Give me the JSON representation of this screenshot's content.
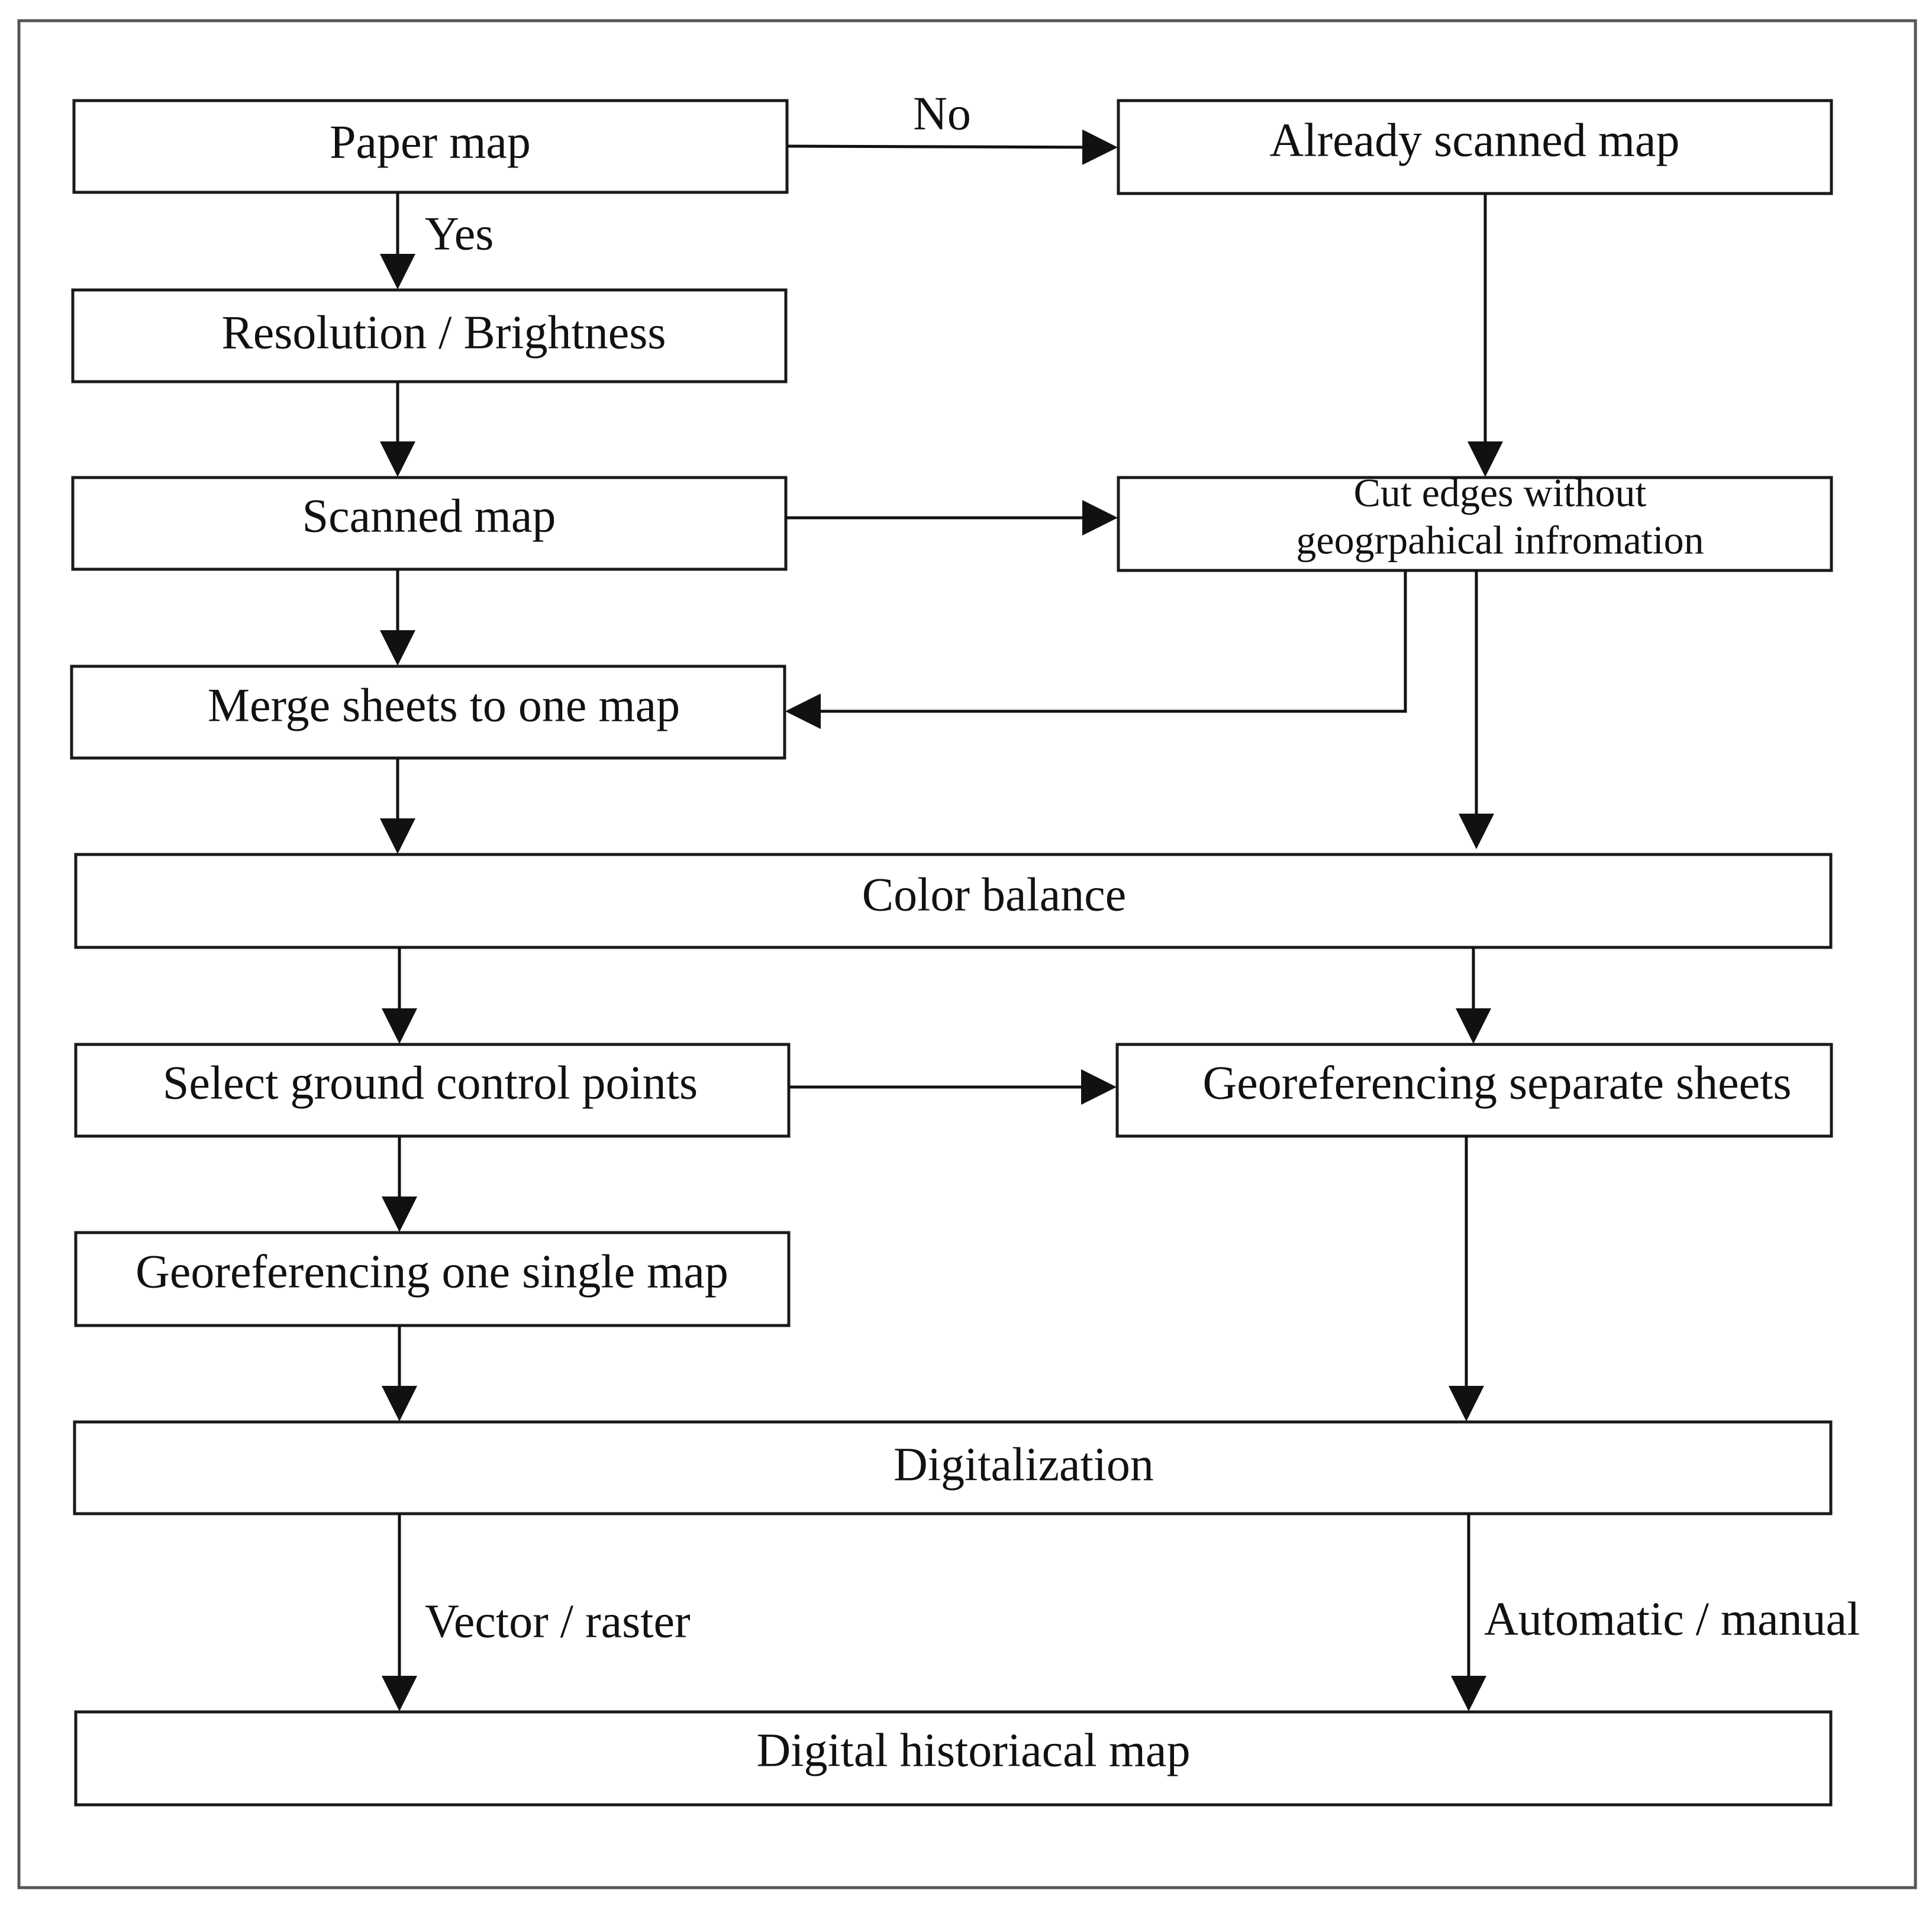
{
  "colors": {
    "stroke": "#111111",
    "frame": "#555555",
    "background": "#ffffff"
  },
  "nodes": {
    "paper_map": "Paper map",
    "already_scanned": "Already scanned map",
    "resolution": "Resolution / Brightness",
    "scanned_map": "Scanned map",
    "cut_edges_line1": "Cut edges without",
    "cut_edges_line2": "geogrpahical infromation",
    "merge_sheets": "Merge sheets to one map",
    "color_balance": "Color balance",
    "select_gcp": "Select ground control points",
    "georef_separate": "Georeferencing separate sheets",
    "georef_single": "Georeferencing one single map",
    "digitalization": "Digitalization",
    "digital_map": "Digital historiacal map"
  },
  "edge_labels": {
    "no": "No",
    "yes": "Yes",
    "vector_raster": "Vector / raster",
    "automatic_manual": "Automatic / manual"
  }
}
